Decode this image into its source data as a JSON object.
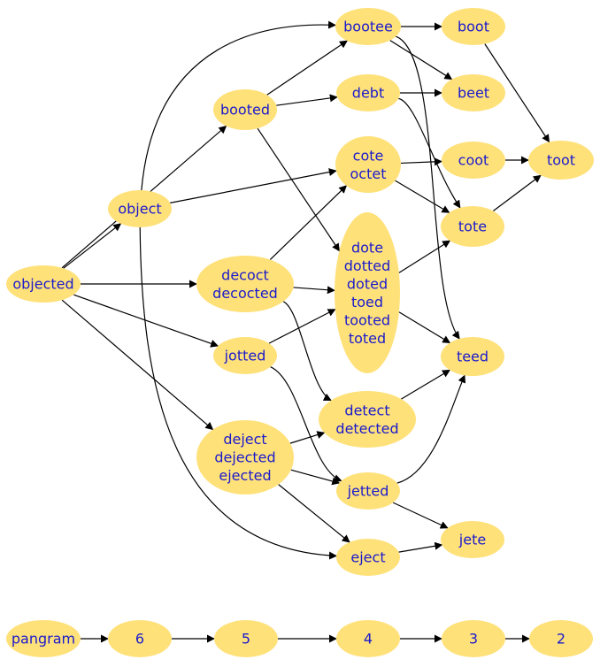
{
  "colors": {
    "node_fill": "#ffe17a",
    "label": "#1a1acc",
    "edge": "#000000"
  },
  "nodes": [
    {
      "id": "objected",
      "lines": [
        "objected"
      ]
    },
    {
      "id": "object",
      "lines": [
        "object"
      ]
    },
    {
      "id": "booted",
      "lines": [
        "booted"
      ]
    },
    {
      "id": "bootee",
      "lines": [
        "bootee"
      ]
    },
    {
      "id": "boot",
      "lines": [
        "boot"
      ]
    },
    {
      "id": "debt",
      "lines": [
        "debt"
      ]
    },
    {
      "id": "beet",
      "lines": [
        "beet"
      ]
    },
    {
      "id": "cote",
      "lines": [
        "cote",
        "octet"
      ]
    },
    {
      "id": "coot",
      "lines": [
        "coot"
      ]
    },
    {
      "id": "toot",
      "lines": [
        "toot"
      ]
    },
    {
      "id": "tote",
      "lines": [
        "tote"
      ]
    },
    {
      "id": "dote",
      "lines": [
        "dote",
        "dotted",
        "doted",
        "toed",
        "tooted",
        "toted"
      ]
    },
    {
      "id": "decoct",
      "lines": [
        "decoct",
        "decocted"
      ]
    },
    {
      "id": "jotted",
      "lines": [
        "jotted"
      ]
    },
    {
      "id": "teed",
      "lines": [
        "teed"
      ]
    },
    {
      "id": "detect",
      "lines": [
        "detect",
        "detected"
      ]
    },
    {
      "id": "deject",
      "lines": [
        "deject",
        "dejected",
        "ejected"
      ]
    },
    {
      "id": "jetted",
      "lines": [
        "jetted"
      ]
    },
    {
      "id": "jete",
      "lines": [
        "jete"
      ]
    },
    {
      "id": "eject",
      "lines": [
        "eject"
      ]
    },
    {
      "id": "pangram",
      "lines": [
        "pangram"
      ]
    },
    {
      "id": "n6",
      "lines": [
        "6"
      ]
    },
    {
      "id": "n5",
      "lines": [
        "5"
      ]
    },
    {
      "id": "n4",
      "lines": [
        "4"
      ]
    },
    {
      "id": "n3",
      "lines": [
        "3"
      ]
    },
    {
      "id": "n2",
      "lines": [
        "2"
      ]
    }
  ],
  "edges": [
    [
      "objected",
      "object"
    ],
    [
      "objected",
      "booted"
    ],
    [
      "objected",
      "decoct"
    ],
    [
      "objected",
      "jotted"
    ],
    [
      "objected",
      "deject"
    ],
    [
      "object",
      "bootee"
    ],
    [
      "object",
      "cote"
    ],
    [
      "object",
      "eject"
    ],
    [
      "booted",
      "bootee"
    ],
    [
      "booted",
      "debt"
    ],
    [
      "booted",
      "dote"
    ],
    [
      "bootee",
      "boot"
    ],
    [
      "bootee",
      "beet"
    ],
    [
      "bootee",
      "teed"
    ],
    [
      "boot",
      "toot"
    ],
    [
      "debt",
      "beet"
    ],
    [
      "debt",
      "tote"
    ],
    [
      "cote",
      "coot"
    ],
    [
      "cote",
      "tote"
    ],
    [
      "coot",
      "toot"
    ],
    [
      "tote",
      "toot"
    ],
    [
      "decoct",
      "cote"
    ],
    [
      "decoct",
      "dote"
    ],
    [
      "decoct",
      "detect"
    ],
    [
      "jotted",
      "dote"
    ],
    [
      "jotted",
      "jetted"
    ],
    [
      "dote",
      "tote"
    ],
    [
      "dote",
      "teed"
    ],
    [
      "detect",
      "teed"
    ],
    [
      "deject",
      "detect"
    ],
    [
      "deject",
      "jetted"
    ],
    [
      "deject",
      "eject"
    ],
    [
      "jetted",
      "teed"
    ],
    [
      "jetted",
      "jete"
    ],
    [
      "eject",
      "jete"
    ],
    [
      "pangram",
      "n6"
    ],
    [
      "n6",
      "n5"
    ],
    [
      "n5",
      "n4"
    ],
    [
      "n4",
      "n3"
    ],
    [
      "n3",
      "n2"
    ]
  ]
}
